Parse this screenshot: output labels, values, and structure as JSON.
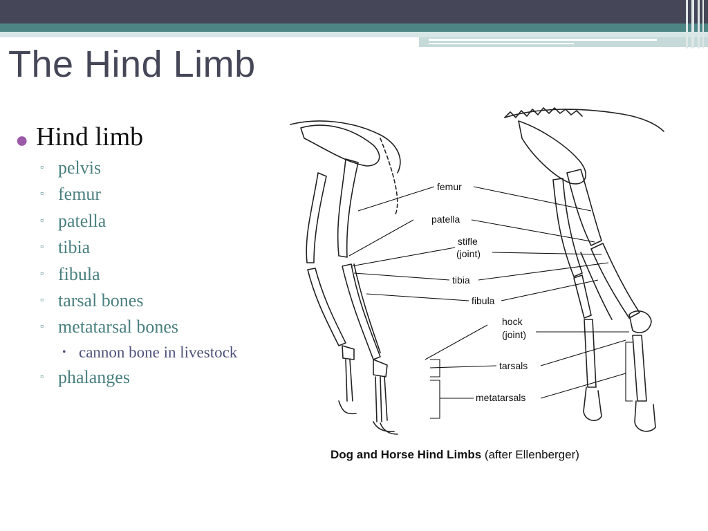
{
  "slide": {
    "title": "The Hind Limb",
    "bullet": {
      "text": "Hind limb",
      "items": [
        {
          "text": "pelvis"
        },
        {
          "text": "femur"
        },
        {
          "text": "patella"
        },
        {
          "text": "tibia"
        },
        {
          "text": "fibula"
        },
        {
          "text": "tarsal bones"
        },
        {
          "text": "metatarsal bones",
          "subitems": [
            "cannon bone in livestock"
          ]
        },
        {
          "text": "phalanges"
        }
      ]
    }
  },
  "figure": {
    "labels": {
      "femur": "femur",
      "patella": "patella",
      "stifle": "stifle",
      "stifle_sub": "(joint)",
      "tibia": "tibia",
      "fibula": "fibula",
      "hock": "hock",
      "hock_sub": "(joint)",
      "tarsals": "tarsals",
      "metatarsals": "metatarsals"
    },
    "caption_bold": "Dog and Horse Hind Limbs",
    "caption_rest": " (after Ellenberger)"
  },
  "theme": {
    "header_dark": "#454758",
    "header_teal": "#4d8585",
    "bullet_purple": "#9a5aa8",
    "sub_teal": "#4a7f7f"
  }
}
